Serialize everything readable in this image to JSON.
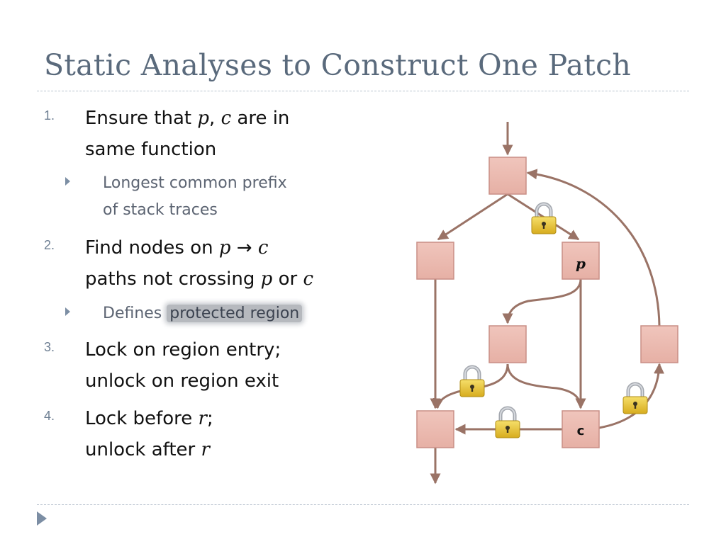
{
  "slide": {
    "title": "Static Analyses to Construct One Patch"
  },
  "items": [
    {
      "number": "1.",
      "line1_a": "Ensure that ",
      "line1_p": "p",
      "line1_b": ", ",
      "line1_c": "c",
      "line1_d": " are in",
      "line2": "same function",
      "sub": {
        "line1": "Longest common prefix",
        "line2": "of stack traces"
      }
    },
    {
      "number": "2.",
      "line1_a": "Find nodes on ",
      "line1_p": "p",
      "line1_arrow": " → ",
      "line1_c": "c",
      "line2_a": "paths not crossing ",
      "line2_p": "p",
      "line2_b": " or ",
      "line2_c": "c",
      "sub": {
        "text": "Defines ",
        "highlight": "protected region"
      }
    },
    {
      "number": "3.",
      "line1": "Lock on region entry;",
      "line2": "unlock on region exit"
    },
    {
      "number": "4.",
      "line1_a": "Lock before ",
      "line1_r": "r",
      "line1_b": ";",
      "line2_a": "unlock after ",
      "line2_r": "r"
    }
  ],
  "diagram": {
    "node_p_label": "p",
    "node_c_label": "c",
    "node_fill": "#eab8ae",
    "node_stroke": "#c98f86",
    "edge_color": "#9a7366",
    "lock_body": "#e6c43a",
    "lock_shackle": "#9a9ea6"
  }
}
